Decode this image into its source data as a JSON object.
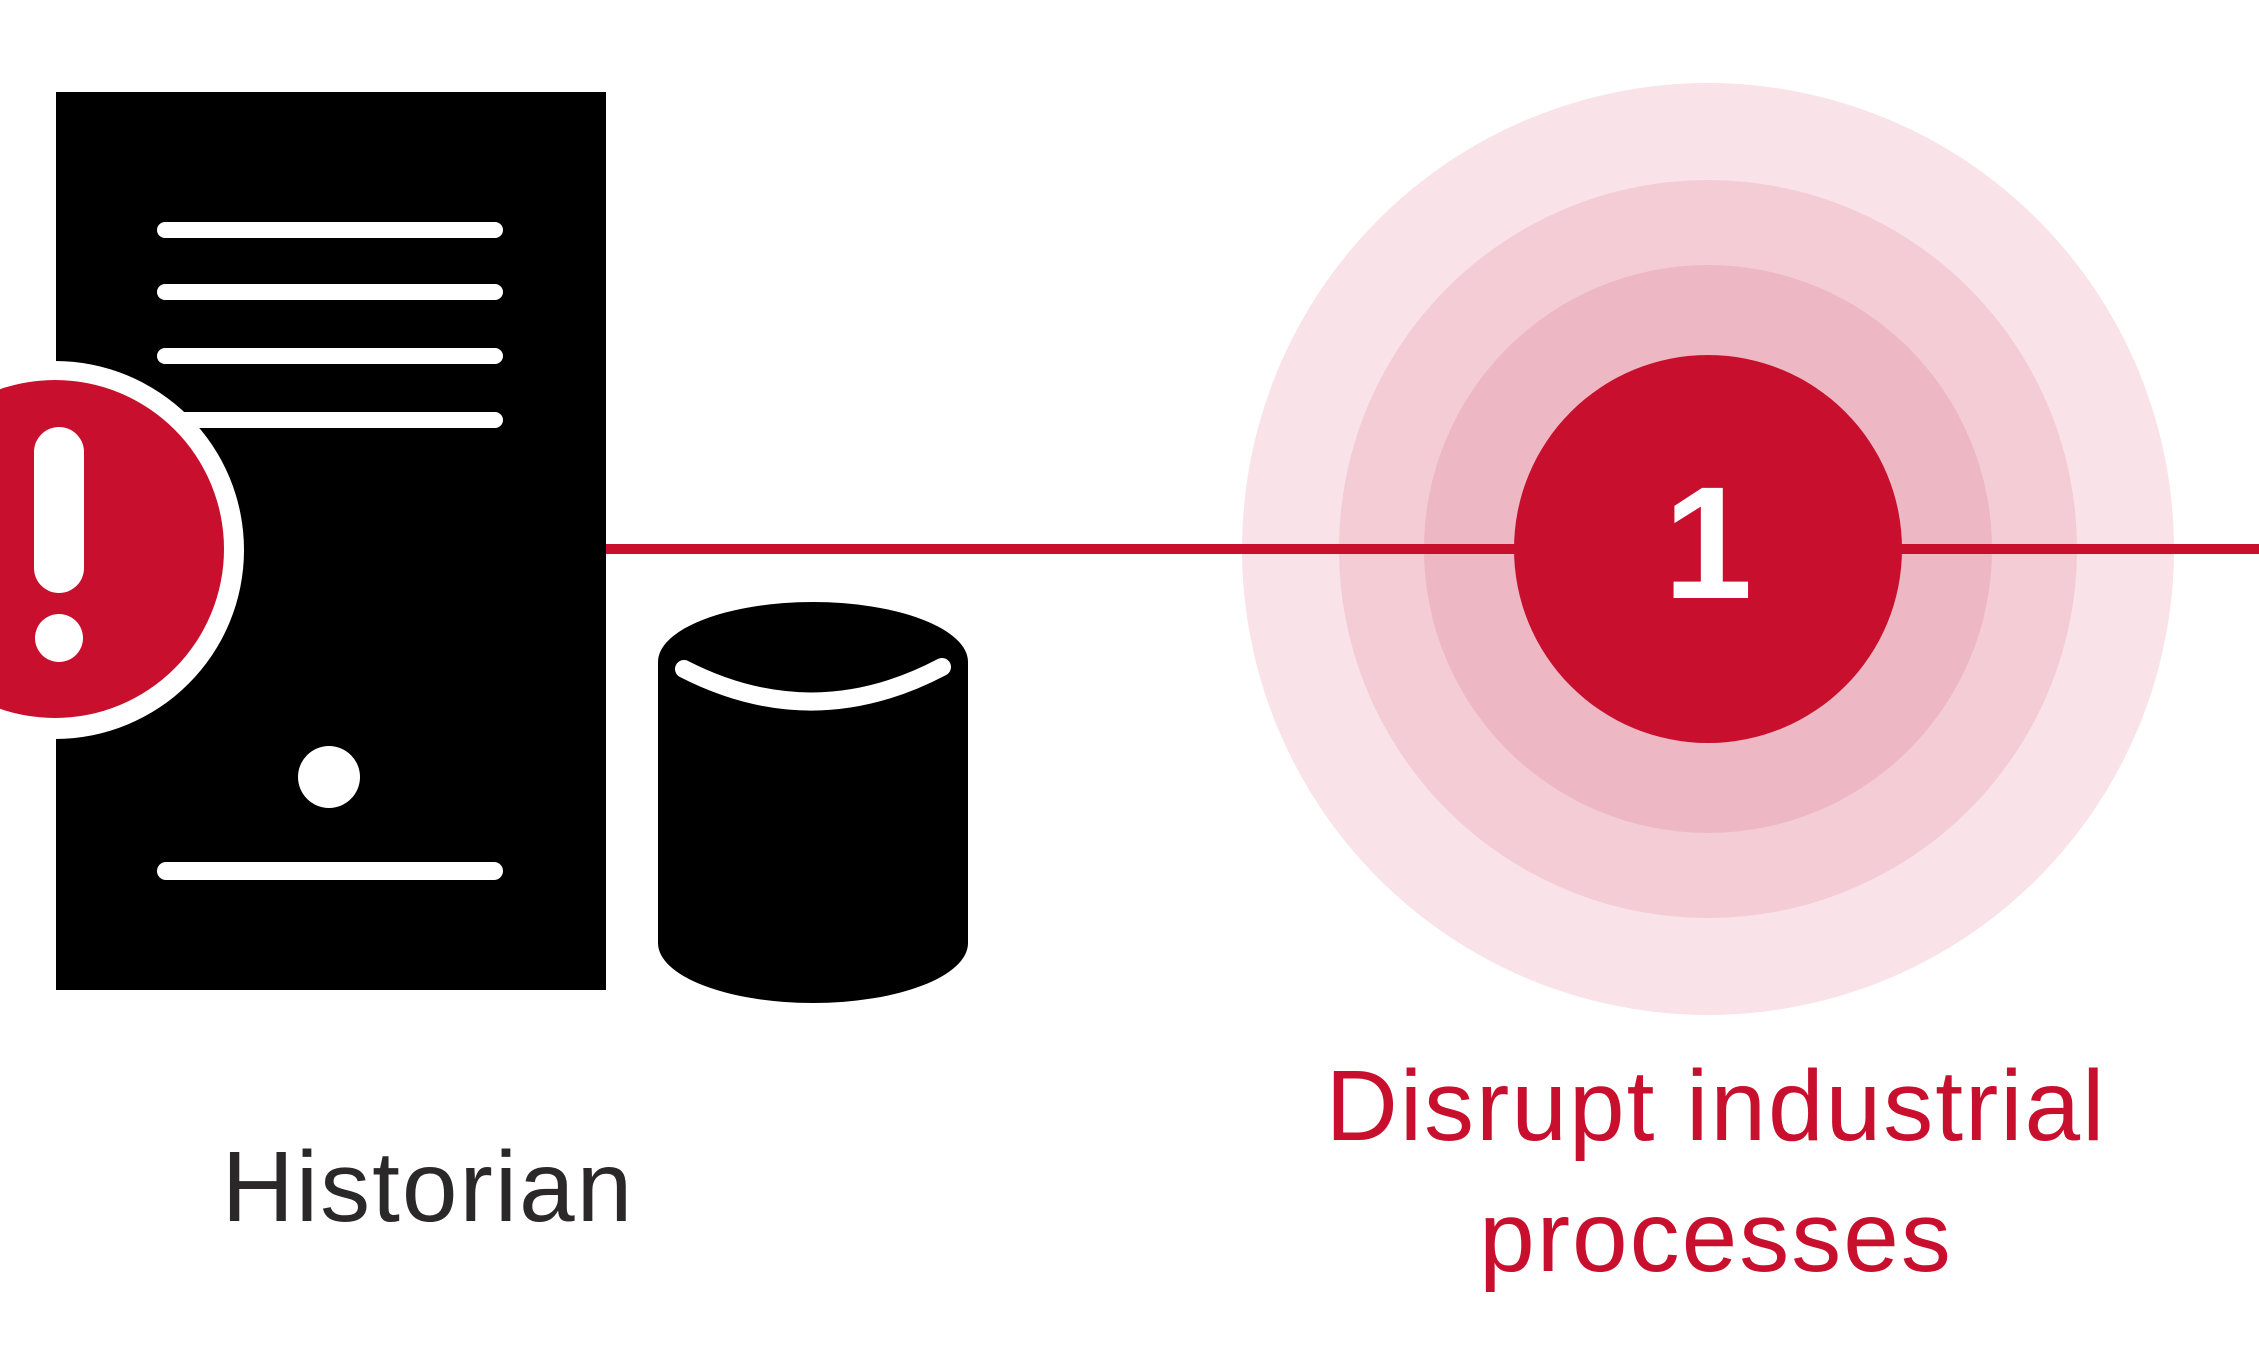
{
  "colors": {
    "background": "#FFFFFF",
    "crimson": "#C8102E",
    "black": "#000000",
    "white": "#FFFFFF",
    "ring_inner": "#EDB7C3",
    "ring_middle": "#F3CCD5",
    "ring_outer": "#F9E3E8",
    "node_label_text": "#2B282A"
  },
  "icons": {
    "node": "server-icon",
    "node_storage": "database-icon",
    "alert": "exclamation-alert-icon",
    "step_marker": "ripple-rings"
  },
  "node": {
    "label": "Historian",
    "alert_symbol": "!"
  },
  "step": {
    "number": "1",
    "label_line1": "Disrupt industrial",
    "label_line2": "processes"
  }
}
